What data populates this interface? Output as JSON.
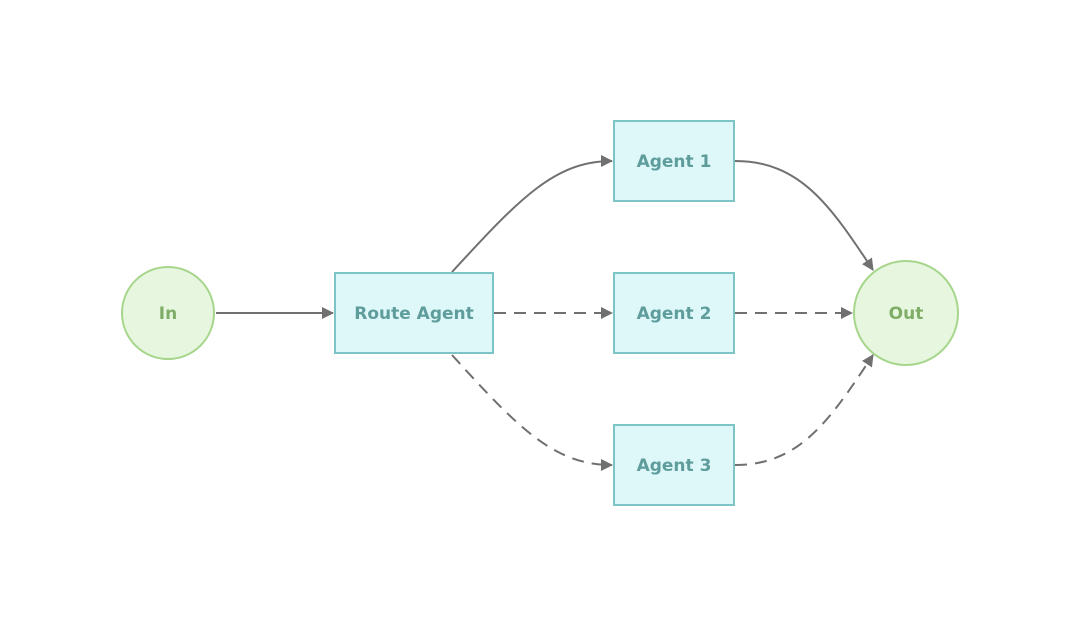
{
  "colors": {
    "background": "#ffffff",
    "circle_fill": "#e7f7df",
    "circle_stroke": "#a6d68c",
    "circle_text": "#7fad67",
    "box_fill": "#def7f9",
    "box_stroke": "#7cc4c5",
    "box_text": "#5e9d9c",
    "edge": "#707070"
  },
  "nodes": {
    "input": {
      "label": "In",
      "shape": "circle"
    },
    "route": {
      "label": "Route Agent",
      "shape": "box"
    },
    "agent1": {
      "label": "Agent 1",
      "shape": "box"
    },
    "agent2": {
      "label": "Agent 2",
      "shape": "box"
    },
    "agent3": {
      "label": "Agent 3",
      "shape": "box"
    },
    "output": {
      "label": "Out",
      "shape": "circle"
    }
  },
  "edges": [
    {
      "from": "In",
      "to": "Route Agent",
      "style": "solid"
    },
    {
      "from": "Route Agent",
      "to": "Agent 1",
      "style": "solid"
    },
    {
      "from": "Route Agent",
      "to": "Agent 2",
      "style": "dashed"
    },
    {
      "from": "Route Agent",
      "to": "Agent 3",
      "style": "dashed"
    },
    {
      "from": "Agent 1",
      "to": "Out",
      "style": "solid"
    },
    {
      "from": "Agent 2",
      "to": "Out",
      "style": "dashed"
    },
    {
      "from": "Agent 3",
      "to": "Out",
      "style": "dashed"
    }
  ]
}
